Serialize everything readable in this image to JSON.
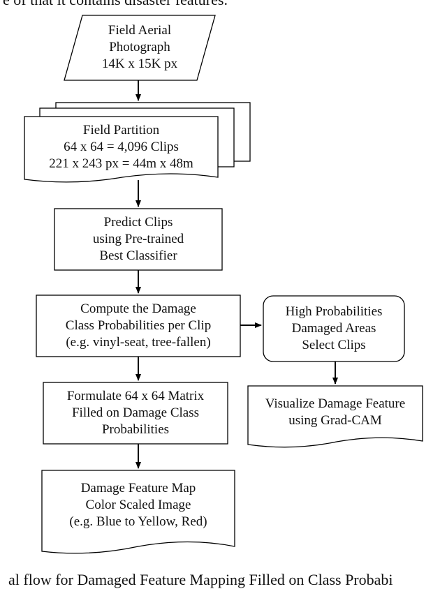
{
  "top_fragment": "e of that it contains disaster features.",
  "bottom_fragment": "al flow for Damaged Feature Mapping Filled on Class Probabi",
  "nodes": {
    "input_photo": [
      "Field Aerial",
      "Photograph",
      "14K x 15K px"
    ],
    "field_partition": [
      "Field Partition",
      "64 x 64 = 4,096 Clips",
      "221 x 243 px = 44m x 48m"
    ],
    "predict_clips": [
      "Predict Clips",
      "using Pre-trained",
      "Best Classifier"
    ],
    "compute_probabilities": [
      "Compute the Damage",
      "Class Probabilities per Clip",
      "(e.g. vinyl-seat, tree-fallen)"
    ],
    "select_clips": [
      "High Probabilities",
      "Damaged Areas",
      "Select Clips"
    ],
    "visualize_feature": [
      "Visualize Damage Feature",
      "using Grad-CAM"
    ],
    "formulate_matrix": [
      "Formulate 64 x 64 Matrix",
      "Filled on Damage Class",
      "Probabilities"
    ],
    "feature_map": [
      "Damage Feature Map",
      "Color Scaled Image",
      "(e.g. Blue to Yellow, Red)"
    ]
  }
}
